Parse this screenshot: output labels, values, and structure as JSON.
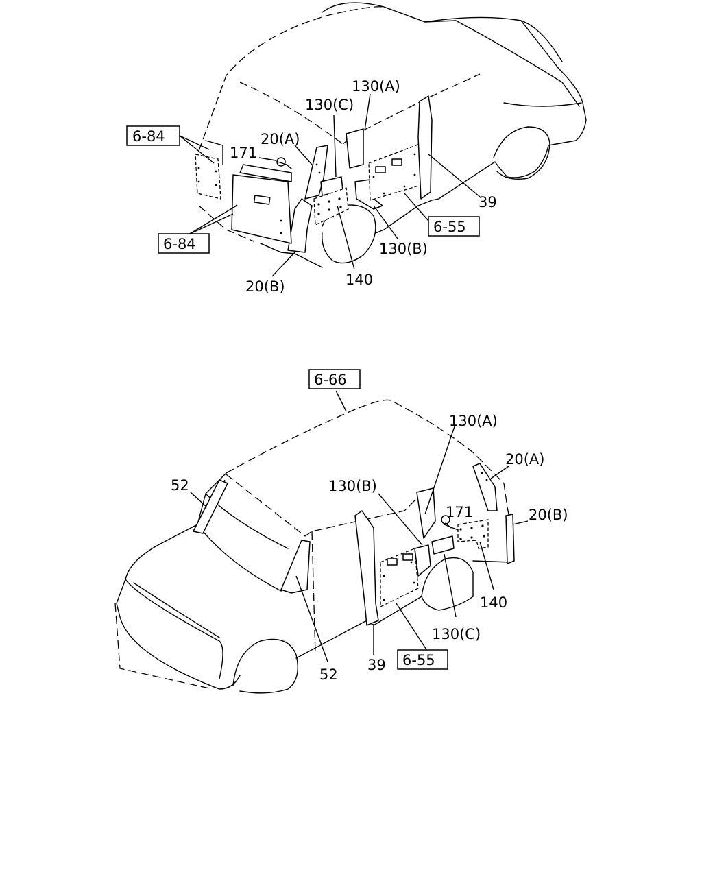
{
  "top_view": {
    "ref_6_84_upper": "6-84",
    "ref_6_84_lower": "6-84",
    "ref_6_55": "6-55",
    "label_171": "171",
    "label_20a": "20(A)",
    "label_20b": "20(B)",
    "label_130a": "130(A)",
    "label_130b": "130(B)",
    "label_130c": "130(C)",
    "label_140": "140",
    "label_39": "39"
  },
  "bottom_view": {
    "ref_6_66": "6-66",
    "ref_6_55": "6-55",
    "label_52_left": "52",
    "label_52_right": "52",
    "label_130a": "130(A)",
    "label_130b": "130(B)",
    "label_130c": "130(C)",
    "label_171": "171",
    "label_20a": "20(A)",
    "label_20b": "20(B)",
    "label_140": "140",
    "label_39": "39"
  }
}
